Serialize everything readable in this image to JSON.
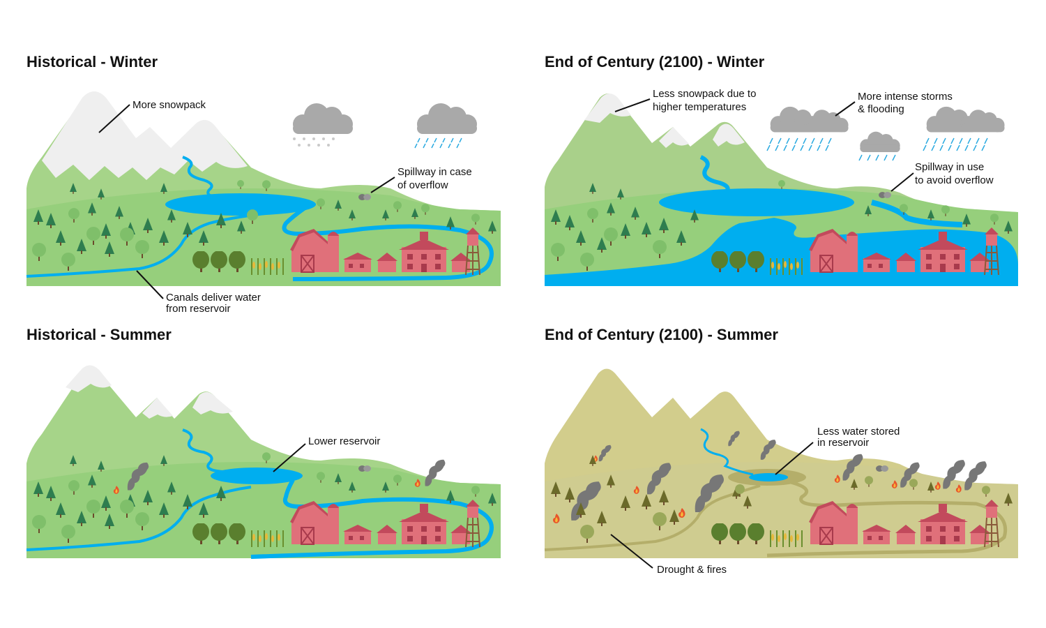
{
  "panels": {
    "hist_winter": {
      "title": "Historical - Winter",
      "callouts": {
        "snow": "More snowpack",
        "spill_1": "Spillway in case",
        "spill_2": "of overflow",
        "canal_1": "Canals deliver water",
        "canal_2": "from reservoir"
      }
    },
    "future_winter": {
      "title": "End of Century (2100) - Winter",
      "callouts": {
        "snow_1": "Less snowpack due to",
        "snow_2": "higher temperatures",
        "storm_1": "More intense storms",
        "storm_2": "& flooding",
        "spill_1": "Spillway in use",
        "spill_2": "to avoid overflow"
      }
    },
    "hist_summer": {
      "title": "Historical - Summer",
      "callouts": {
        "reservoir": "Lower reservoir"
      }
    },
    "future_summer": {
      "title": "End of Century (2100) - Summer",
      "callouts": {
        "res_1": "Less water stored",
        "res_2": "in reservoir",
        "drought": "Drought & fires"
      }
    }
  },
  "colors": {
    "green_land": "#a6d489",
    "green_mountain": "#a9d08a",
    "dry_land": "#cfcc90",
    "dry_mountain": "#d2cd8c",
    "snow": "#efefef",
    "water": "#00aeef",
    "barn": "#e0707a",
    "roof": "#c24a5c",
    "pine": "#2e7d4f",
    "smoke": "#777777",
    "cloud": "#a9a9a9"
  }
}
